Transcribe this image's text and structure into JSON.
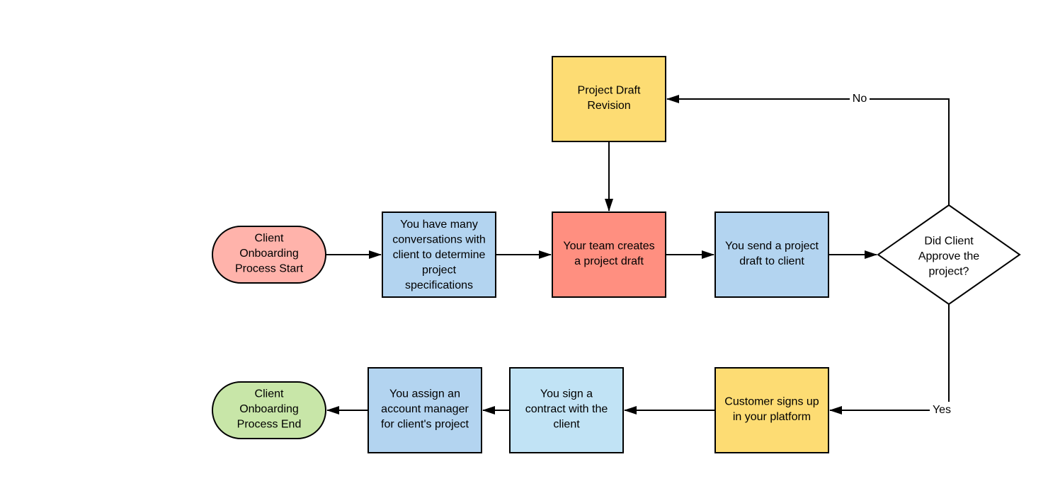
{
  "colors": {
    "start_fill": "#ffb3ab",
    "end_fill": "#c8e6a8",
    "blue_fill": "#b3d4f0",
    "light_blue_fill": "#c1e3f5",
    "yellow_fill": "#fddc73",
    "red_fill": "#ff8f80",
    "stroke": "#000000"
  },
  "nodes": {
    "start": {
      "lines": [
        "Client",
        "Onboarding",
        "Process Start"
      ]
    },
    "conversations": {
      "lines": [
        "You have many",
        "conversations with",
        "client to determine",
        "project",
        "specifications"
      ]
    },
    "draft": {
      "lines": [
        "Your team creates",
        "a project draft"
      ]
    },
    "send": {
      "lines": [
        "You send a project",
        "draft to client"
      ]
    },
    "decision": {
      "lines": [
        "Did Client",
        "Approve the",
        "project?"
      ]
    },
    "revision": {
      "lines": [
        "Project Draft",
        "Revision"
      ]
    },
    "signup": {
      "lines": [
        "Customer signs up",
        "in your platform"
      ]
    },
    "contract": {
      "lines": [
        "You sign a",
        "contract with the",
        "client"
      ]
    },
    "manager": {
      "lines": [
        "You assign an",
        "account manager",
        "for client's project"
      ]
    },
    "end": {
      "lines": [
        "Client",
        "Onboarding",
        "Process End"
      ]
    }
  },
  "edge_labels": {
    "no": "No",
    "yes": "Yes"
  }
}
